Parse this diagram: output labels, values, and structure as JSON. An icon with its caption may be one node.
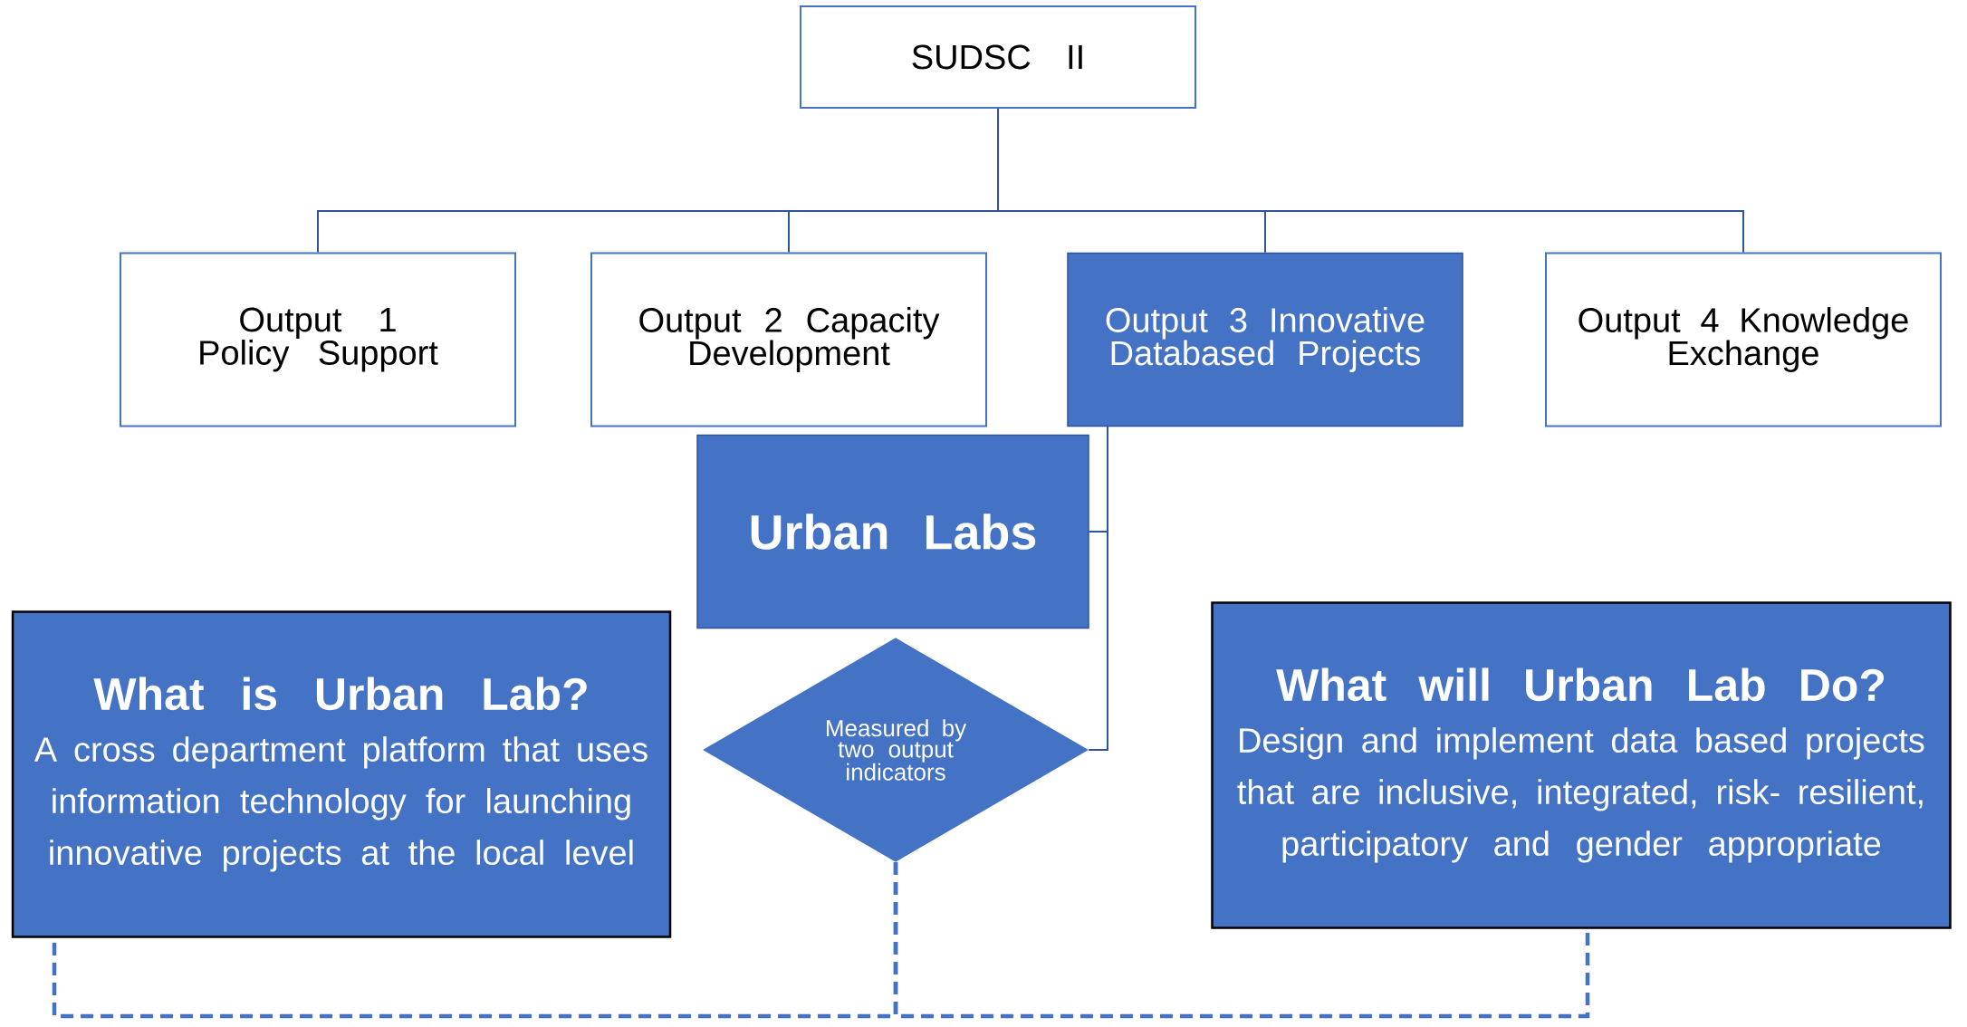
{
  "diagram": {
    "nodes": [
      {
        "text": [
          "SUDSC II"
        ]
      },
      {
        "text": [
          "Output 1 Policy Support"
        ]
      },
      {
        "text": [
          "Output 2 Capacity Development"
        ]
      },
      {
        "text": [
          "Output 3 Innovative Databased Projects"
        ]
      },
      {
        "text": [
          "Output 4 Knowledge Exchange"
        ]
      },
      {
        "text": [
          "Urban Labs"
        ]
      },
      {
        "text": [
          "Measured by two output indicators"
        ]
      },
      {
        "text": [
          "What is Urban Lab?",
          "A cross department platform that uses information technology for launching innovative projects at the local level"
        ]
      },
      {
        "text": [
          "What will Urban Lab Do?",
          "Design and implement data based projects that are inclusive, integrated, risk- resilient, participatory and gender appropriate"
        ]
      }
    ],
    "edges": [
      {
        "from": 0,
        "to": 1,
        "arrow": "none"
      },
      {
        "from": 0,
        "to": 2,
        "arrow": "none"
      },
      {
        "from": 0,
        "to": 3,
        "arrow": "none"
      },
      {
        "from": 0,
        "to": 4,
        "arrow": "none"
      },
      {
        "from": 3,
        "to": 5,
        "arrow": "none"
      },
      {
        "from": 3,
        "to": 6,
        "arrow": "none"
      },
      {
        "from": 6,
        "to": 7,
        "arrow": "none",
        "style": "dashed",
        "color": "#4472c4"
      },
      {
        "from": 6,
        "to": 8,
        "arrow": "none",
        "style": "dashed",
        "color": "#4472c4"
      }
    ]
  }
}
